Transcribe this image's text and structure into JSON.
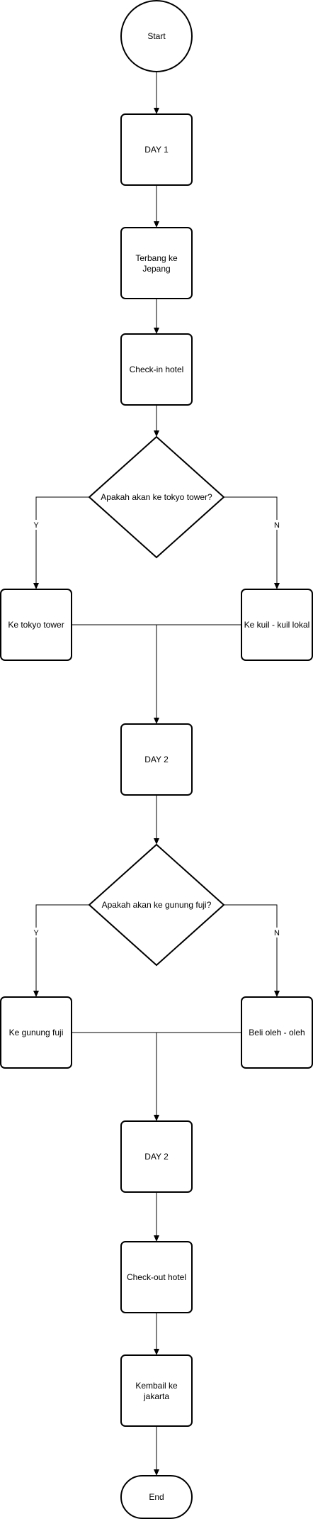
{
  "colors": {
    "stroke": "#000000",
    "fill": "#ffffff",
    "text": "#000000"
  },
  "nodes": {
    "start": {
      "label": "Start"
    },
    "day1": {
      "label": "DAY 1"
    },
    "fly": {
      "label_lines": [
        "Terbang ke",
        "Jepang"
      ]
    },
    "checkin": {
      "label": "Check-in hotel"
    },
    "q_tower": {
      "label": "Apakah akan ke tokyo tower?"
    },
    "tokyo_tower": {
      "label": "Ke tokyo tower"
    },
    "kuliner": {
      "label": "Ke kuil - kuil lokal"
    },
    "day2a": {
      "label": "DAY 2"
    },
    "q_fuji": {
      "label": "Apakah akan ke gunung fuji?"
    },
    "fuji": {
      "label": "Ke gunung fuji"
    },
    "oleh": {
      "label": "Beli oleh - oleh"
    },
    "day2b": {
      "label": "DAY 2"
    },
    "checkout": {
      "label": "Check-out hotel"
    },
    "return": {
      "label_lines": [
        "Kembail ke",
        "jakarta"
      ]
    },
    "end": {
      "label": "End"
    }
  },
  "edges": {
    "tower_yes": {
      "label": "Y"
    },
    "tower_no": {
      "label": "N"
    },
    "fuji_yes": {
      "label": "Y"
    },
    "fuji_no": {
      "label": "N"
    }
  }
}
